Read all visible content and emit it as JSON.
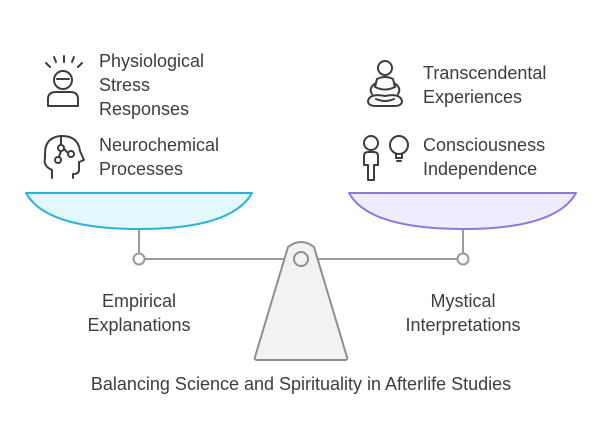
{
  "left_pan": {
    "items": [
      {
        "icon": "stressed-person-icon",
        "label": "Physiological\nStress\nResponses"
      },
      {
        "icon": "brain-head-icon",
        "label": "Neurochemical\nProcesses"
      }
    ],
    "label": "Empirical\nExplanations",
    "fill_color": "#e3f8fc",
    "stroke_color": "#27b4d8"
  },
  "right_pan": {
    "items": [
      {
        "icon": "meditating-person-icon",
        "label": "Transcendental\nExperiences"
      },
      {
        "icon": "person-with-thought-icon",
        "label": "Consciousness\nIndependence"
      }
    ],
    "label": "Mystical\nInterpretations",
    "fill_color": "#efedfd",
    "stroke_color": "#8b78e6"
  },
  "caption": "Balancing Science and Spirituality in Afterlife Studies"
}
